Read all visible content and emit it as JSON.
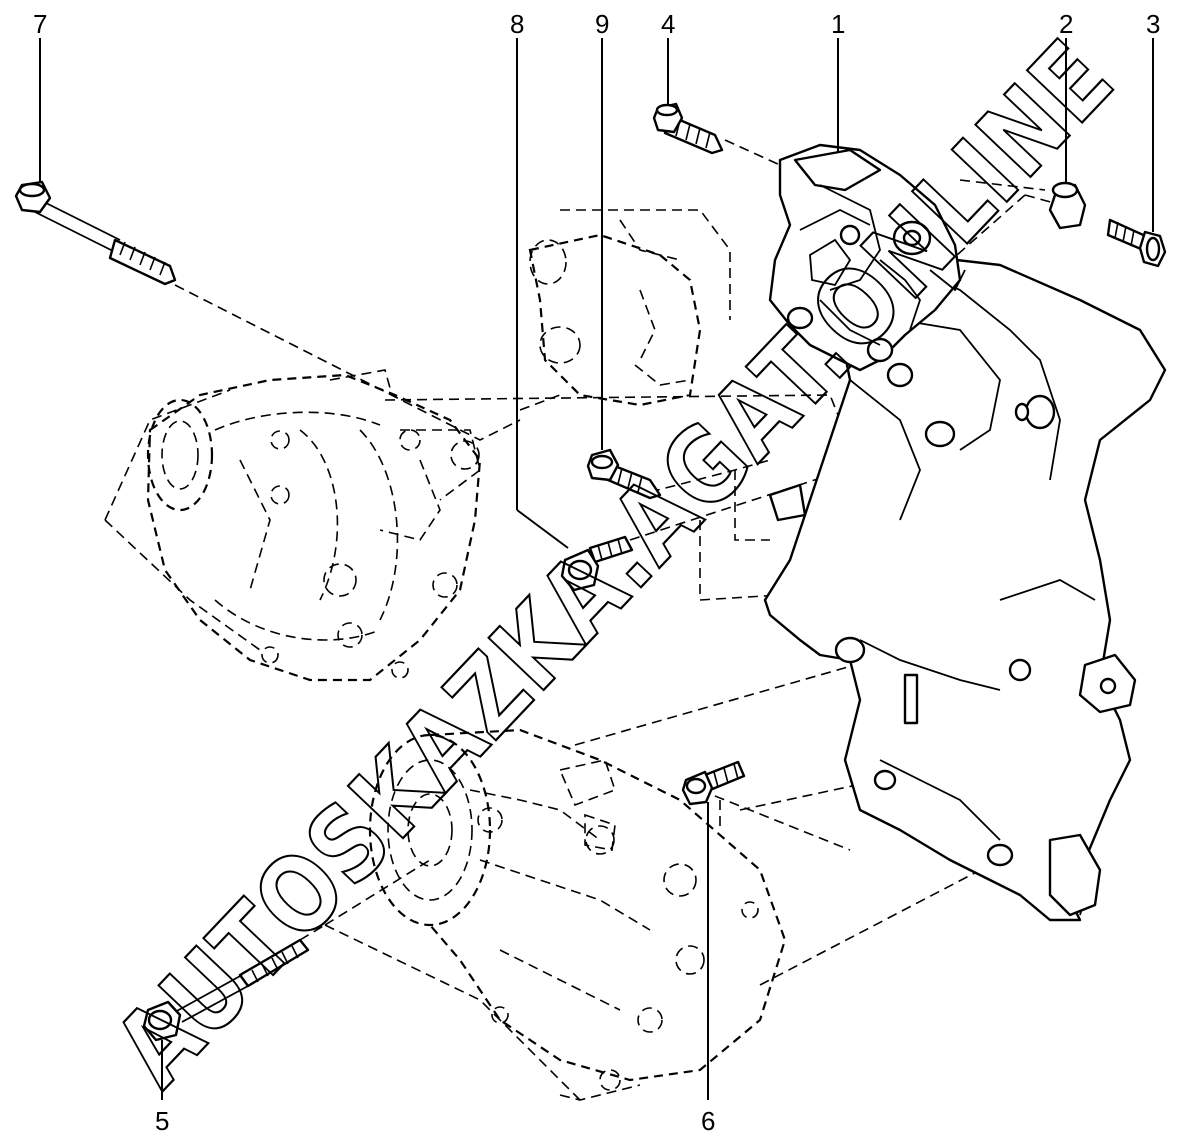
{
  "callouts": {
    "n1": "1",
    "n2": "2",
    "n3": "3",
    "n4": "4",
    "n5": "5",
    "n6": "6",
    "n7": "7",
    "n8": "8",
    "n9": "9"
  },
  "watermark": {
    "text": "AUTOSKAZKA.AGAT.ONLINE"
  }
}
